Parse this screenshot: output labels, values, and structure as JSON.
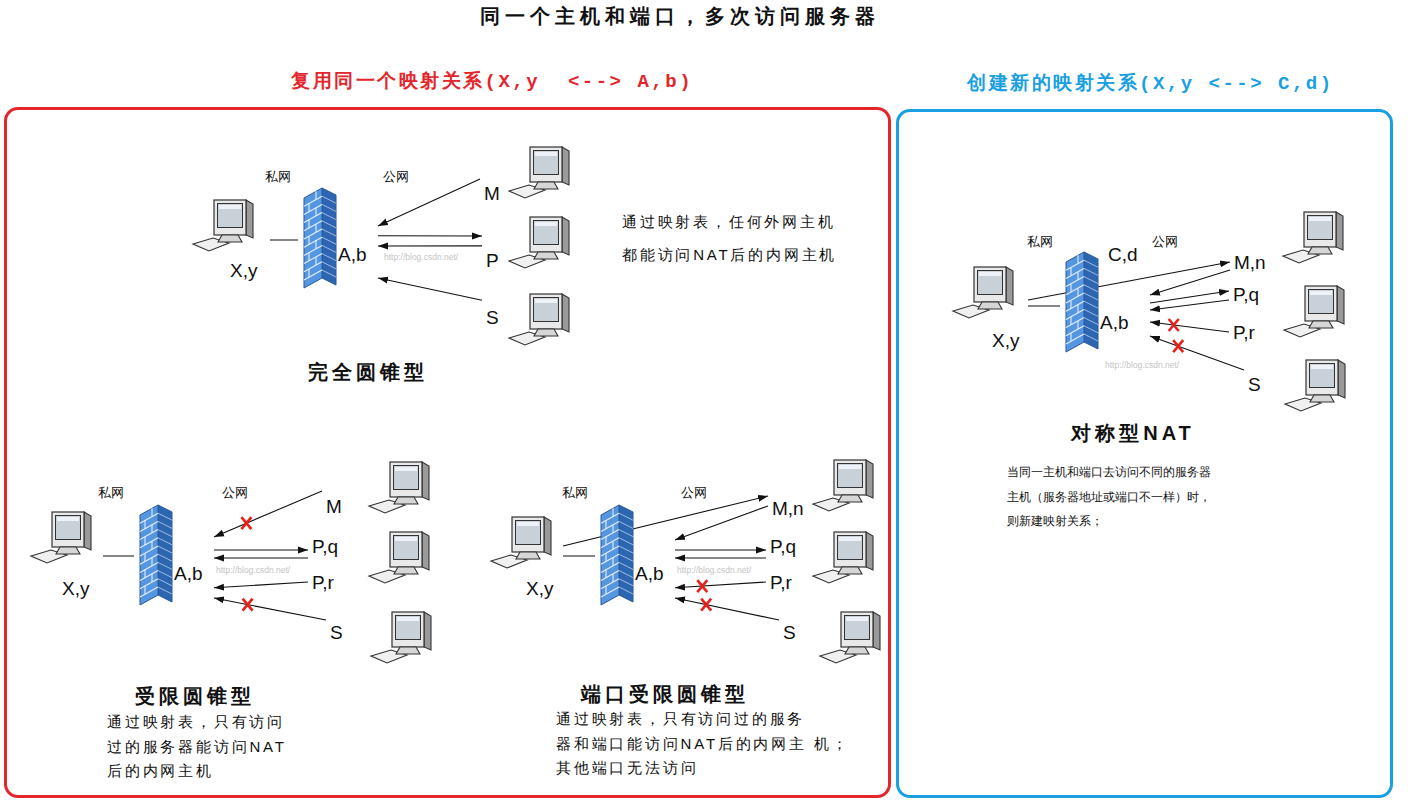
{
  "diagram": {
    "title": "同一个主机和端口，多次访问服务器",
    "nodes": [
      {
        "text": [
          "复用同一个映射关系(X,y  <--> A,b)"
        ]
      },
      {
        "text": [
          "X,y"
        ],
        "in": 0
      },
      {
        "text": [
          "A,b"
        ],
        "in": 0
      },
      {
        "text": [
          "M"
        ],
        "in": 0
      },
      {
        "text": [
          "P"
        ],
        "in": 0
      },
      {
        "text": [
          "S"
        ],
        "in": 0
      },
      {
        "text": [
          "X,y"
        ],
        "in": 0
      },
      {
        "text": [
          "A,b"
        ],
        "in": 0
      },
      {
        "text": [
          "M"
        ],
        "in": 0
      },
      {
        "text": [
          "P,q"
        ],
        "in": 0
      },
      {
        "text": [
          "P,r"
        ],
        "in": 0
      },
      {
        "text": [
          "S"
        ],
        "in": 0
      },
      {
        "text": [
          "X,y"
        ],
        "in": 0
      },
      {
        "text": [
          "A,b"
        ],
        "in": 0
      },
      {
        "text": [
          "M,n"
        ],
        "in": 0
      },
      {
        "text": [
          "P,q"
        ],
        "in": 0
      },
      {
        "text": [
          "P,r"
        ],
        "in": 0
      },
      {
        "text": [
          "S"
        ],
        "in": 0
      },
      {
        "text": [
          "创建新的映射关系(X,y <--> C,d)"
        ]
      },
      {
        "text": [
          "X,y"
        ],
        "in": 18
      },
      {
        "text": [
          "C,d",
          "A,b"
        ],
        "in": 18
      },
      {
        "text": [
          "M,n"
        ],
        "in": 18
      },
      {
        "text": [
          "P,q"
        ],
        "in": 18
      },
      {
        "text": [
          "P,r"
        ],
        "in": 18
      },
      {
        "text": [
          "S"
        ],
        "in": 18
      }
    ],
    "edges": [
      {
        "from": 3,
        "to": 2,
        "arrow": "to"
      },
      {
        "from": 2,
        "to": 4,
        "arrow": "to"
      },
      {
        "from": 4,
        "to": 2,
        "arrow": "to"
      },
      {
        "from": 5,
        "to": 2,
        "arrow": "to"
      },
      {
        "from": 1,
        "to": 2,
        "arrow": "none"
      },
      {
        "from": 6,
        "to": 7,
        "arrow": "none"
      },
      {
        "from": 8,
        "to": 7,
        "arrow": "to"
      },
      {
        "from": 7,
        "to": 9,
        "arrow": "to"
      },
      {
        "from": 9,
        "to": 7,
        "arrow": "to"
      },
      {
        "from": 10,
        "to": 7,
        "arrow": "to"
      },
      {
        "from": 11,
        "to": 7,
        "arrow": "to"
      },
      {
        "from": 12,
        "to": 14,
        "arrow": "to"
      },
      {
        "from": 14,
        "to": 13,
        "arrow": "to"
      },
      {
        "from": 13,
        "to": 15,
        "arrow": "to"
      },
      {
        "from": 15,
        "to": 13,
        "arrow": "to"
      },
      {
        "from": 16,
        "to": 13,
        "arrow": "to"
      },
      {
        "from": 17,
        "to": 13,
        "arrow": "to"
      },
      {
        "from": 12,
        "to": 13,
        "arrow": "none"
      },
      {
        "from": 19,
        "to": 21,
        "arrow": "to"
      },
      {
        "from": 21,
        "to": 20,
        "arrow": "to"
      },
      {
        "from": 20,
        "to": 22,
        "arrow": "to"
      },
      {
        "from": 22,
        "to": 20,
        "arrow": "to"
      },
      {
        "from": 23,
        "to": 20,
        "arrow": "to"
      },
      {
        "from": 24,
        "to": 20,
        "arrow": "to"
      },
      {
        "from": 19,
        "to": 20,
        "arrow": "none"
      }
    ],
    "labels": [
      "私网",
      "公网",
      "http://blog.csdn.net/",
      "通过映射表，任何外网主机 都能访问NAT后的内网主机",
      "完全圆锥型",
      "私网",
      "公网",
      "http://blog.csdn.net/",
      "私网",
      "公网",
      "http://blog.csdn.net/",
      "受限圆锥型",
      "通过映射表，只有访问 过的服务器能访问NAT 后的内网主机",
      "端口受限圆锥型",
      "通过映射表，只有访问过的服务 器和端口能访问NAT后的内网主 机；其他端口无法访问",
      "私网",
      "公网",
      "http://blog.csdn.net/",
      "对称型NAT",
      "当同一主机和端口去访问不同的服务器 主机（服务器地址或端口不一样）时， 则新建映射关系；"
    ]
  }
}
